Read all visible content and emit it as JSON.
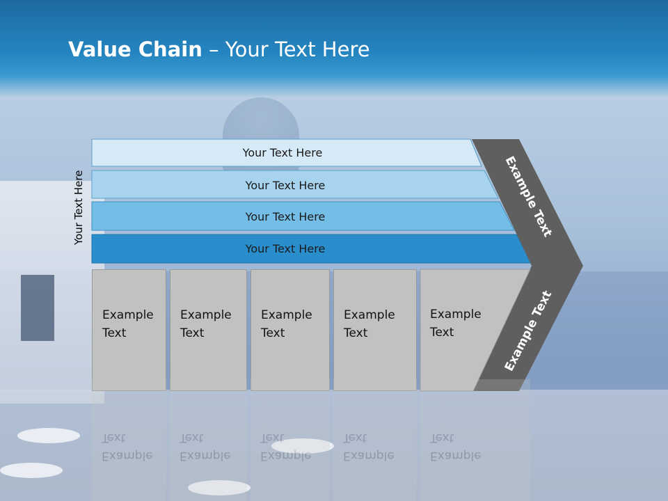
{
  "title": {
    "bold": "Value Chain",
    "rest": " – Your Text Here"
  },
  "side_label": "Your Text Here",
  "bars": [
    {
      "label": "Your Text Here",
      "color": "#d6e9f6"
    },
    {
      "label": "Your Text Here",
      "color": "#a7d3ee"
    },
    {
      "label": "Your Text Here",
      "color": "#74bde6"
    },
    {
      "label": "Your Text Here",
      "color": "#2b8ecc"
    }
  ],
  "columns": [
    {
      "line1": "Example",
      "line2": "Text"
    },
    {
      "line1": "Example",
      "line2": "Text"
    },
    {
      "line1": "Example",
      "line2": "Text"
    },
    {
      "line1": "Example",
      "line2": "Text"
    },
    {
      "line1": "Example",
      "line2": "Text"
    }
  ],
  "arrow": {
    "upper_label": "Example Text",
    "lower_label": "Example Text",
    "color": "#5f5f5f"
  },
  "colors": {
    "title_bar": "#2585c0",
    "column_fill": "#c1c1c1"
  }
}
